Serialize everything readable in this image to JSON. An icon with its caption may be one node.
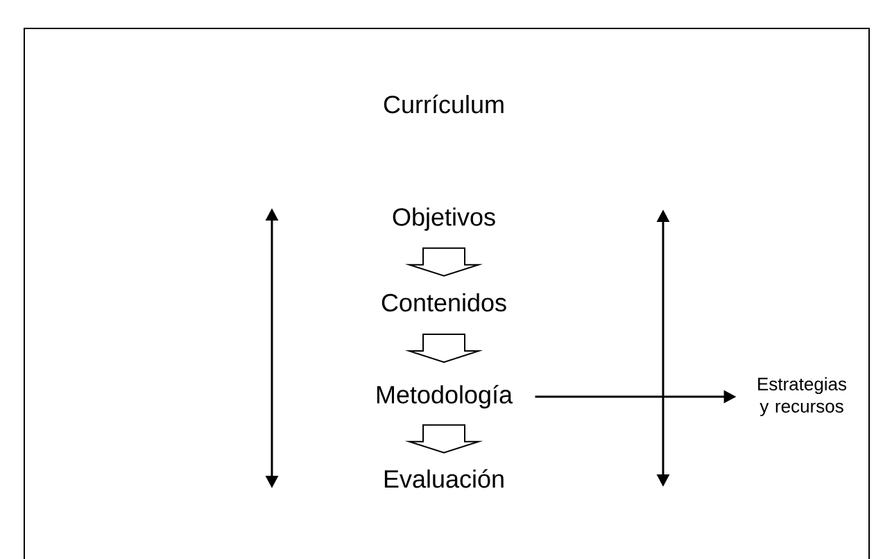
{
  "diagram": {
    "nodes": [
      {
        "text": [
          "Currículum"
        ]
      },
      {
        "text": [
          "Objetivos"
        ],
        "in": 0
      },
      {
        "text": [
          "Contenidos"
        ],
        "in": 0
      },
      {
        "text": [
          "Metodología"
        ],
        "in": 0
      },
      {
        "text": [
          "Evaluación"
        ],
        "in": 0
      },
      {
        "text": [
          "Estrategias y recursos"
        ],
        "in": 0
      }
    ],
    "edges": [
      {
        "from": 1,
        "to": 2,
        "arrow": "to"
      },
      {
        "from": 2,
        "to": 3,
        "arrow": "to"
      },
      {
        "from": 3,
        "to": 4,
        "arrow": "to"
      },
      {
        "from": 3,
        "to": 5,
        "arrow": "to"
      }
    ]
  }
}
